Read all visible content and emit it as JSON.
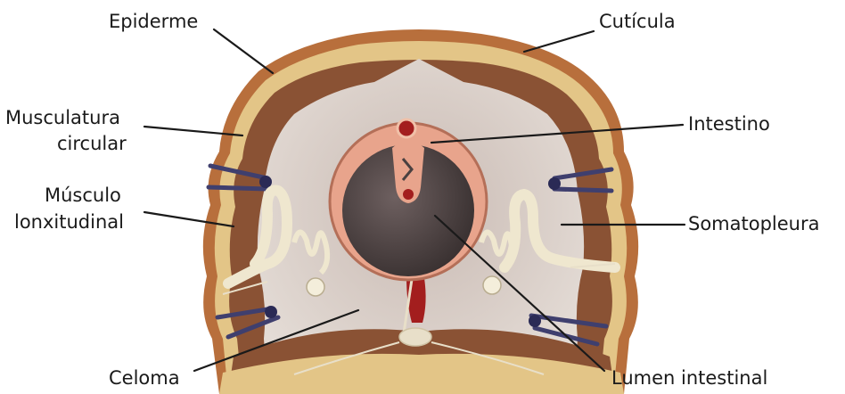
{
  "labels": {
    "epiderme": "Epiderme",
    "cuticula": "Cutícula",
    "musculatura_circular_1": "Musculatura",
    "musculatura_circular_2": "circular",
    "intestino": "Intestino",
    "musculo_lonxitudinal_1": "Músculo",
    "musculo_lonxitudinal_2": "lonxitudinal",
    "somatopleura": "Somatopleura",
    "celoma": "Celoma",
    "lumen_intestinal": "Lumen intestinal"
  },
  "colors": {
    "cuticle": "#b86f3c",
    "epidermis": "#e3c587",
    "muscle": "#8a5234",
    "coelom": "#d7cbc4",
    "intestine_wall": "#e8a48c",
    "lumen": "#4a4040",
    "nephridium": "#f2ecd6",
    "vessel": "#a31e1e",
    "nerve": "#3f3f6e"
  }
}
